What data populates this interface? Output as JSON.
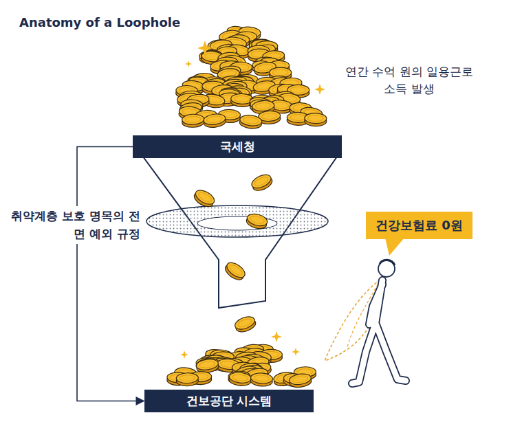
{
  "diagram": {
    "title": "Anatomy of a Loophole",
    "nodes": [
      {
        "text": [
          "국세청"
        ]
      },
      {
        "text": [
          "건강보험료 0원"
        ]
      },
      {
        "text": [
          "건보공단 시스템"
        ]
      }
    ],
    "edges": [
      {
        "from": 0,
        "to": 2,
        "arrow": "to",
        "label": "취약계층 보호 명목의 전면 예외 규정"
      }
    ],
    "labels": [
      "연간 수억 원의 일용근로소득 발생"
    ]
  }
}
